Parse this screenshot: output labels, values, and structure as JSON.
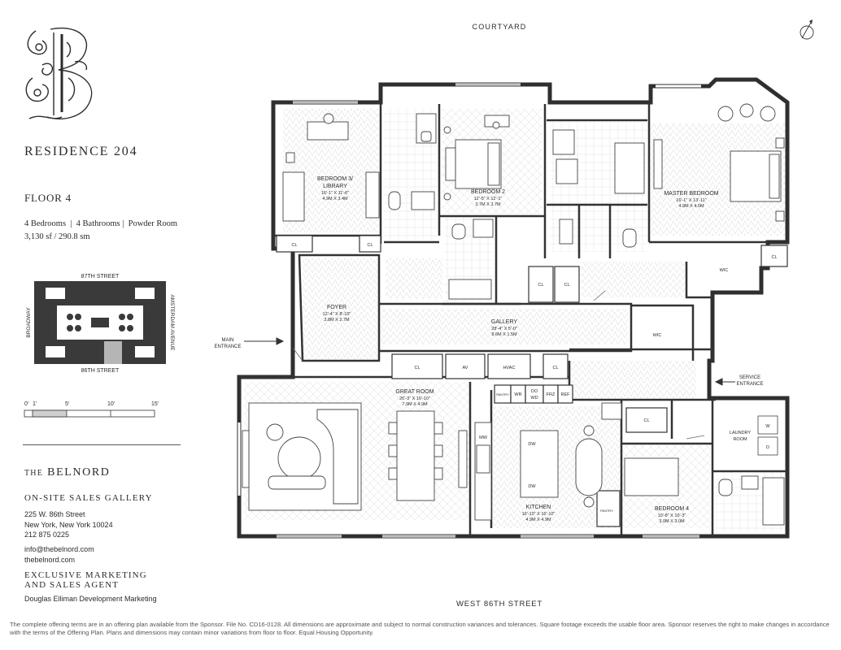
{
  "residence": {
    "title": "RESIDENCE 204",
    "floor": "FLOOR 4",
    "bedrooms": "4 Bedrooms",
    "bathrooms": "4 Bathrooms",
    "powder": "Powder Room",
    "area": "3,130 sf / 290.8 sm"
  },
  "keymap": {
    "north_street": "87TH STREET",
    "south_street": "86TH STREET",
    "west_street": "BROADWAY",
    "east_street": "AMSTERDAM AVENUE"
  },
  "scale": {
    "ticks": [
      "0'",
      "1'",
      "5'",
      "10'",
      "15'"
    ]
  },
  "brand": {
    "the": "THE",
    "name": "BELNORD"
  },
  "sales": {
    "heading": "ON-SITE SALES GALLERY",
    "address1": "225 W. 86th Street",
    "address2": "New York, New York 10024",
    "phone": "212 875 0225",
    "email": "info@thebelnord.com",
    "website": "thebelnord.com"
  },
  "agent": {
    "heading1": "EXCLUSIVE MARKETING",
    "heading2": "AND SALES AGENT",
    "name": "Douglas Elliman Development Marketing"
  },
  "plan": {
    "top_label": "COURTYARD",
    "bottom_label": "WEST 86TH STREET",
    "main_entrance": [
      "MAIN",
      "ENTRANCE"
    ],
    "service_entrance": [
      "SERVICE",
      "ENTRANCE"
    ],
    "rooms": {
      "bedroom3": {
        "name1": "BEDROOM 3/",
        "name2": "LIBRARY",
        "dim1": "16'-1\" X 11'-6\"",
        "dim2": "4.9M X 3.4M"
      },
      "bedroom2": {
        "name": "BEDROOM 2",
        "dim1": "12'-5\" X 12'-1\"",
        "dim2": "3.7M X 3.7M"
      },
      "master": {
        "name": "MASTER BEDROOM",
        "dim1": "16'-1\" X 13'-11\"",
        "dim2": "4.9M X 4.0M"
      },
      "foyer": {
        "name": "FOYER",
        "dim1": "12'-4\" X 8'-10\"",
        "dim2": "3.8M X 2.7M"
      },
      "gallery": {
        "name": "GALLERY",
        "dim1": "28'-4\" X 5'-0\"",
        "dim2": "8.6M X 1.5M"
      },
      "great_room": {
        "name": "GREAT ROOM",
        "dim1": "26'-3\" X 16'-10\"",
        "dim2": "7.9M X 4.9M"
      },
      "kitchen": {
        "name": "KITCHEN",
        "dim1": "16'-10\" X 16'-10\"",
        "dim2": "4.9M X 4.9M"
      },
      "bedroom4": {
        "name": "BEDROOM 4",
        "dim1": "10'-8\" X 10'-3\"",
        "dim2": "3.0M X 3.0M"
      },
      "laundry": {
        "name1": "LAUNDRY",
        "name2": "ROOM"
      }
    },
    "closets": {
      "cl": "CL",
      "wic": "WIC",
      "av": "AV",
      "hvac": "HVAC",
      "pantry": "PANTRY",
      "wr": "WR",
      "do": "DO",
      "wd": "WD",
      "frz": "FRZ",
      "ref": "REF",
      "mw": "MW",
      "dw": "DW",
      "w": "W",
      "d": "D"
    }
  },
  "disclaimer": "The complete offering terms are in an offering plan available from the Sponsor. File No. CD16-0128. All dimensions are approximate and subject to normal construction variances and tolerances. Square footage exceeds the usable floor area. Sponsor reserves the right to make changes in accordance with the terms of the Offering Plan. Plans and dimensions may contain minor variations from floor to floor. Equal Housing Opportunity."
}
